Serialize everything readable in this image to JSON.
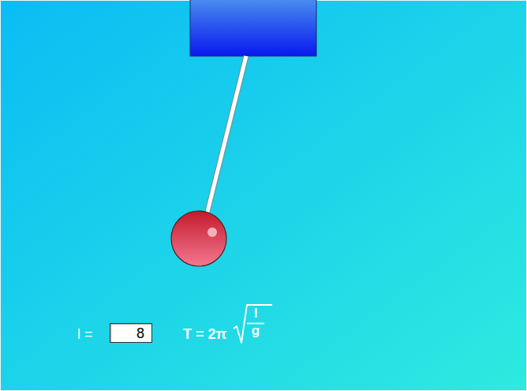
{
  "diagram": {
    "nodes": [
      {
        "text": [
          "8"
        ]
      }
    ],
    "labels": [
      "l =",
      "T = 2π",
      "l",
      "g"
    ]
  }
}
